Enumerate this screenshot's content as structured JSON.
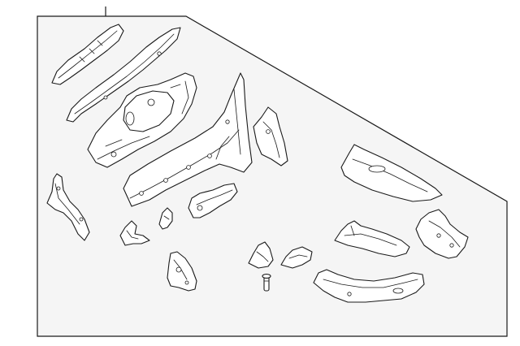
{
  "diagram": {
    "colors": {
      "background": "#ffffff",
      "panel_fill": "#f5f5f5",
      "line": "#1a1a1a",
      "part_fill": "#ffffff"
    },
    "parts": [
      "left-inner-apron-rail",
      "left-upper-apron-reinforcement",
      "left-shock-tower-housing",
      "left-front-side-member",
      "cowl-side-bracket",
      "radiator-support-bracket",
      "small-mounting-bracket",
      "clip-bracket",
      "side-member-extension",
      "lower-mount-bracket",
      "right-upper-apron-panel",
      "right-side-bracket",
      "right-inner-rail-section",
      "right-small-bracket",
      "right-mount-gusset",
      "mounting-stud",
      "right-front-side-member-lower"
    ]
  }
}
